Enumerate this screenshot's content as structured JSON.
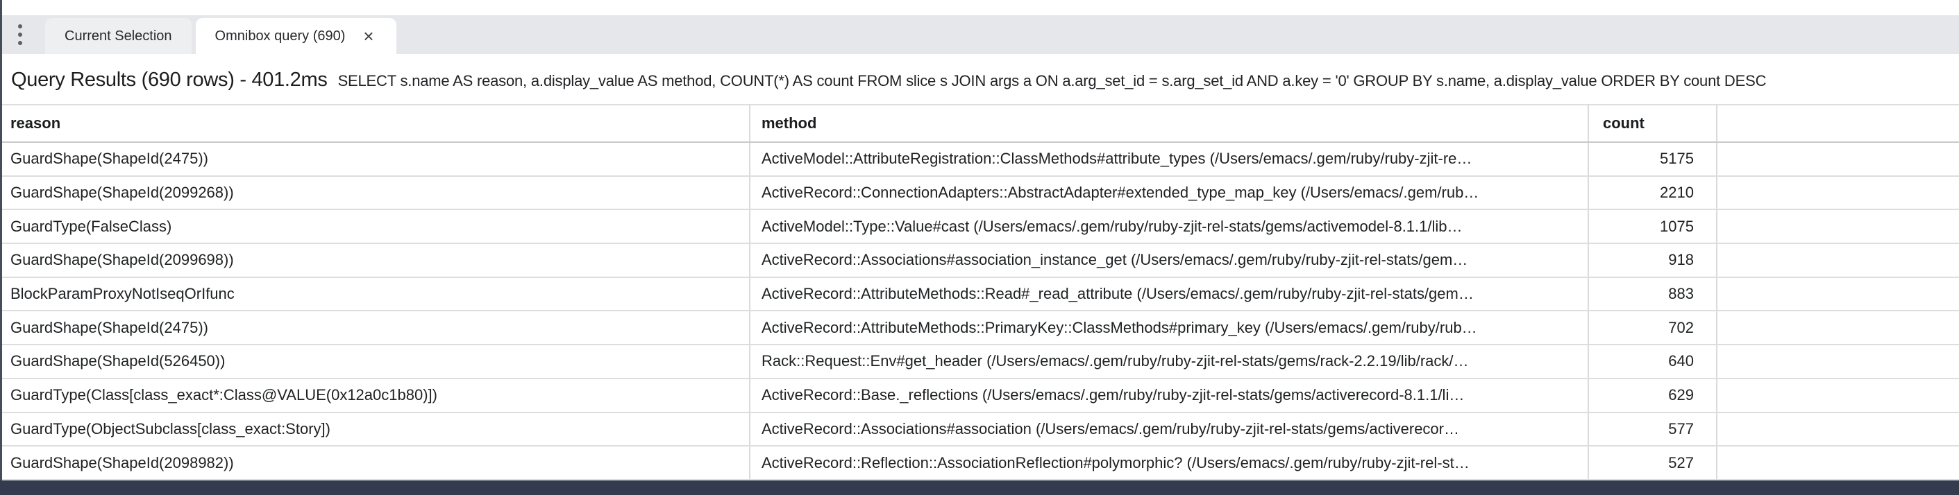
{
  "tabs_bar": {
    "menu_icon": "kebab-menu-icon",
    "tabs": [
      {
        "label": "Current Selection",
        "active": false,
        "closable": false
      },
      {
        "label": "Omnibox query (690)",
        "active": true,
        "closable": true,
        "close_glyph": "×"
      }
    ]
  },
  "results_header": {
    "title": "Query Results (690 rows) - 401.2ms",
    "query": "SELECT s.name AS reason, a.display_value AS method, COUNT(*) AS count FROM slice s JOIN args a ON a.arg_set_id = s.arg_set_id AND a.key = '0' GROUP BY s.name, a.display_value ORDER BY count DESC"
  },
  "table": {
    "columns": [
      "reason",
      "method",
      "count"
    ],
    "rows": [
      {
        "reason": "GuardShape(ShapeId(2475))",
        "method": "ActiveModel::AttributeRegistration::ClassMethods#attribute_types (/Users/emacs/.gem/ruby/ruby-zjit-re…",
        "count": "5175"
      },
      {
        "reason": "GuardShape(ShapeId(2099268))",
        "method": "ActiveRecord::ConnectionAdapters::AbstractAdapter#extended_type_map_key (/Users/emacs/.gem/rub…",
        "count": "2210"
      },
      {
        "reason": "GuardType(FalseClass)",
        "method": "ActiveModel::Type::Value#cast (/Users/emacs/.gem/ruby/ruby-zjit-rel-stats/gems/activemodel-8.1.1/lib…",
        "count": "1075"
      },
      {
        "reason": "GuardShape(ShapeId(2099698))",
        "method": "ActiveRecord::Associations#association_instance_get (/Users/emacs/.gem/ruby/ruby-zjit-rel-stats/gem…",
        "count": "918"
      },
      {
        "reason": "BlockParamProxyNotIseqOrIfunc",
        "method": "ActiveRecord::AttributeMethods::Read#_read_attribute (/Users/emacs/.gem/ruby/ruby-zjit-rel-stats/gem…",
        "count": "883"
      },
      {
        "reason": "GuardShape(ShapeId(2475))",
        "method": "ActiveRecord::AttributeMethods::PrimaryKey::ClassMethods#primary_key (/Users/emacs/.gem/ruby/rub…",
        "count": "702"
      },
      {
        "reason": "GuardShape(ShapeId(526450))",
        "method": "Rack::Request::Env#get_header (/Users/emacs/.gem/ruby/ruby-zjit-rel-stats/gems/rack-2.2.19/lib/rack/…",
        "count": "640"
      },
      {
        "reason": "GuardType(Class[class_exact*:Class@VALUE(0x12a0c1b80)])",
        "method": "ActiveRecord::Base._reflections (/Users/emacs/.gem/ruby/ruby-zjit-rel-stats/gems/activerecord-8.1.1/li…",
        "count": "629"
      },
      {
        "reason": "GuardType(ObjectSubclass[class_exact:Story])",
        "method": "ActiveRecord::Associations#association (/Users/emacs/.gem/ruby/ruby-zjit-rel-stats/gems/activerecor…",
        "count": "577"
      },
      {
        "reason": "GuardShape(ShapeId(2098982))",
        "method": "ActiveRecord::Reflection::AssociationReflection#polymorphic? (/Users/emacs/.gem/ruby/ruby-zjit-rel-st…",
        "count": "527"
      }
    ]
  },
  "colors": {
    "tab_strip_bg": "#e5e7ea",
    "inactive_tab_bg": "#edeff1",
    "active_tab_bg": "#ffffff",
    "bottom_bar": "#343b4f",
    "panel_left_edge": "#474d58",
    "table_border": "#d8dadc",
    "text": "#1e2022"
  }
}
